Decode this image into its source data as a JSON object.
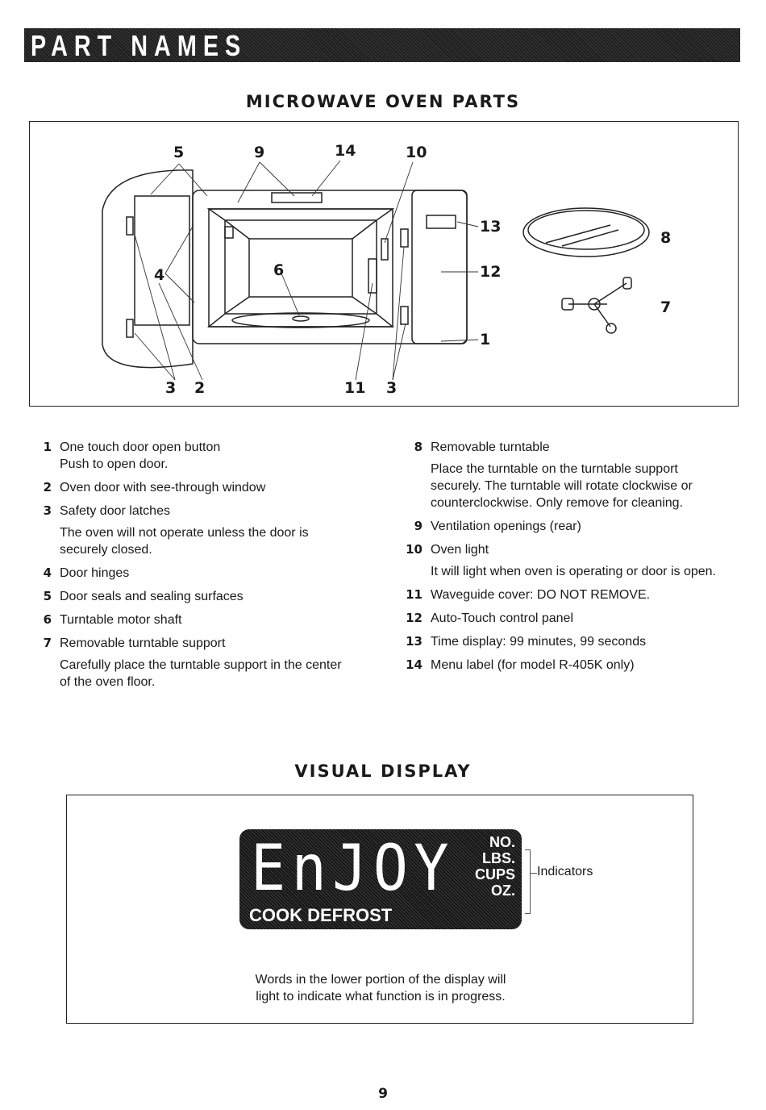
{
  "header": {
    "title": "PART NAMES"
  },
  "oven_section": {
    "title": "MICROWAVE OVEN PARTS",
    "callouts": {
      "c5": "5",
      "c9": "9",
      "c14": "14",
      "c10": "10",
      "c13": "13",
      "c12": "12",
      "c1": "1",
      "c4": "4",
      "c6": "6",
      "c8": "8",
      "c7": "7",
      "c3a": "3",
      "c2": "2",
      "c11": "11",
      "c3b": "3"
    }
  },
  "parts_left": [
    {
      "num": "1",
      "name": "One touch door open button",
      "sub": "Push to open door."
    },
    {
      "num": "2",
      "name": "Oven door with see-through window"
    },
    {
      "num": "3",
      "name": "Safety door latches",
      "desc": "The oven will not operate unless the door is securely closed."
    },
    {
      "num": "4",
      "name": "Door hinges"
    },
    {
      "num": "5",
      "name": "Door seals and sealing surfaces"
    },
    {
      "num": "6",
      "name": "Turntable motor shaft"
    },
    {
      "num": "7",
      "name": "Removable turntable support",
      "desc": "Carefully place the turntable support in the center of the oven floor."
    }
  ],
  "parts_right": [
    {
      "num": "8",
      "name": "Removable turntable",
      "desc": "Place the turntable on the turntable support securely. The turntable will rotate clockwise or counterclockwise. Only remove for cleaning."
    },
    {
      "num": "9",
      "name": "Ventilation openings (rear)"
    },
    {
      "num": "10",
      "name": "Oven light",
      "desc": "It will light when oven is operating or door is open."
    },
    {
      "num": "11",
      "name": "Waveguide cover: DO NOT REMOVE."
    },
    {
      "num": "12",
      "name": "Auto-Touch control panel"
    },
    {
      "num": "13",
      "name": "Time display: 99 minutes, 99 seconds"
    },
    {
      "num": "14",
      "name": "Menu label (for model R-405K only)"
    }
  ],
  "display_section": {
    "title": "VISUAL DISPLAY",
    "lcd_main": "EnJOY",
    "indicators": [
      "NO.",
      "LBS.",
      "CUPS",
      "OZ."
    ],
    "function_words": "COOK DEFROST",
    "indicators_label": "Indicators",
    "caption_line1": "Words in the lower portion of the display will",
    "caption_line2": "light to indicate what function is in progress."
  },
  "footer": {
    "page_number": "9"
  }
}
